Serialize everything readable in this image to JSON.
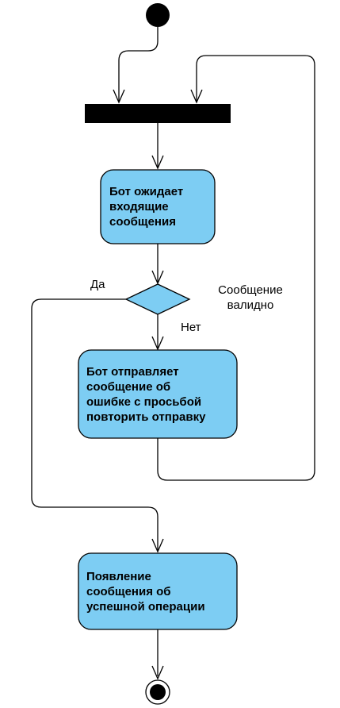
{
  "colors": {
    "node_fill": "#7dcdf3",
    "stroke": "#000000",
    "background": "#ffffff"
  },
  "nodes": {
    "wait": {
      "lines": [
        "Бот ожидает",
        "входящие",
        "сообщения"
      ]
    },
    "error": {
      "lines": [
        "Бот отправляет",
        "сообщение об",
        "ошибке с просьбой",
        "повторить отправку"
      ]
    },
    "success": {
      "lines": [
        "Появление",
        "сообщения об",
        "успешной операции"
      ]
    }
  },
  "labels": {
    "condition_line1": "Сообщение",
    "condition_line2": "валидно",
    "yes": "Да",
    "no": "Нет"
  }
}
